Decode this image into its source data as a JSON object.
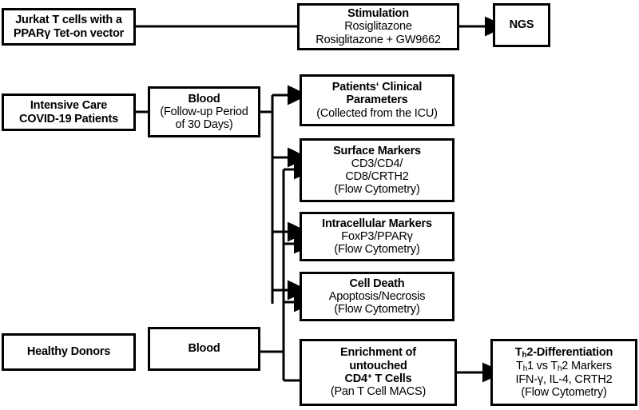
{
  "diagram": {
    "title": "Study workflow: Jurkat T cell stimulation and COVID-19 / healthy donor blood analyses",
    "line_color": "#000000",
    "background": "#ffffff"
  },
  "nodes": {
    "jurkat": {
      "name": "jurkat-t-cells-box",
      "lines": [
        {
          "text": "Jurkat T cells with a",
          "bold": true
        },
        {
          "text": "PPARγ Tet-on vector",
          "bold": true
        }
      ],
      "line1": "Jurkat T cells with a",
      "line2": "PPARγ Tet-on vector"
    },
    "stimulation": {
      "name": "stimulation-box",
      "title": "Stimulation",
      "line1": "Rosiglitazone",
      "line2": "Rosiglitazone + GW9662"
    },
    "ngs": {
      "name": "ngs-box",
      "title": "NGS"
    },
    "icu_patients": {
      "name": "intensive-care-covid-patients-box",
      "line1": "Intensive Care",
      "line2": "COVID-19 Patients"
    },
    "blood_covid": {
      "name": "blood-followup-box",
      "title": "Blood",
      "line1": "(Follow-up Period",
      "line2": "of 30 Days)"
    },
    "clinical_parameters": {
      "name": "patients-clinical-parameters-box",
      "title_line1": "Patients‘ Clinical",
      "title_line2": "Parameters",
      "sub1": "(Collected from the ICU)"
    },
    "surface_markers": {
      "name": "surface-markers-box",
      "title": "Surface Markers",
      "sub1": "CD3/CD4/",
      "sub2": "CD8/CRTH2",
      "sub3": "(Flow Cytometry)"
    },
    "intracellular_markers": {
      "name": "intracellular-markers-box",
      "title": "Intracellular Markers",
      "sub1": "FoxP3/PPARγ",
      "sub2": "(Flow Cytometry)"
    },
    "cell_death": {
      "name": "cell-death-box",
      "title": "Cell Death",
      "sub1": "Apoptosis/Necrosis",
      "sub2": "(Flow Cytometry)"
    },
    "healthy_donors": {
      "name": "healthy-donors-box",
      "title": "Healthy Donors"
    },
    "blood_healthy": {
      "name": "blood-healthy-box",
      "title": "Blood"
    },
    "enrichment": {
      "name": "enrichment-cd4-box",
      "title_line1": "Enrichment of",
      "title_line2": "untouched",
      "title_line3_pre": "CD4",
      "title_line3_sup": "+",
      "title_line3_post": " T Cells",
      "sub1": "(Pan T Cell MACS)"
    },
    "th2": {
      "name": "th2-differentiation-box",
      "title_pre": "T",
      "title_sub": "h",
      "title_post": "2-Differentiation",
      "sub1_a": "T",
      "sub1_sub1": "h",
      "sub1_b": "1 vs T",
      "sub1_sub2": "h",
      "sub1_c": "2 Markers",
      "sub2": "IFN-γ, IL-4, CRTH2",
      "sub3": "(Flow Cytometry)"
    }
  },
  "edges": [
    {
      "name": "jurkat-to-stimulation",
      "from": "jurkat",
      "to": "stimulation",
      "arrow": false
    },
    {
      "name": "stimulation-to-ngs",
      "from": "stimulation",
      "to": "ngs",
      "arrow": true
    },
    {
      "name": "icu-to-blood-covid",
      "from": "icu_patients",
      "to": "blood_covid",
      "arrow": false
    },
    {
      "name": "blood-covid-to-clinical-parameters",
      "from": "blood_covid",
      "to": "clinical_parameters",
      "arrow": true
    },
    {
      "name": "blood-covid-to-surface-markers",
      "from": "blood_covid",
      "to": "surface_markers",
      "arrow": true
    },
    {
      "name": "blood-covid-to-intracellular-markers",
      "from": "blood_covid",
      "to": "intracellular_markers",
      "arrow": true
    },
    {
      "name": "blood-covid-to-cell-death",
      "from": "blood_covid",
      "to": "cell_death",
      "arrow": true
    },
    {
      "name": "healthy-donors-to-blood-healthy",
      "from": "healthy_donors",
      "to": "blood_healthy",
      "arrow": false
    },
    {
      "name": "blood-healthy-to-surface-markers",
      "from": "blood_healthy",
      "to": "surface_markers",
      "arrow": true
    },
    {
      "name": "blood-healthy-to-intracellular-markers",
      "from": "blood_healthy",
      "to": "intracellular_markers",
      "arrow": true
    },
    {
      "name": "blood-healthy-to-cell-death",
      "from": "blood_healthy",
      "to": "cell_death",
      "arrow": true
    },
    {
      "name": "blood-healthy-to-enrichment",
      "from": "blood_healthy",
      "to": "enrichment",
      "arrow": false
    },
    {
      "name": "enrichment-to-th2",
      "from": "enrichment",
      "to": "th2",
      "arrow": true
    }
  ]
}
